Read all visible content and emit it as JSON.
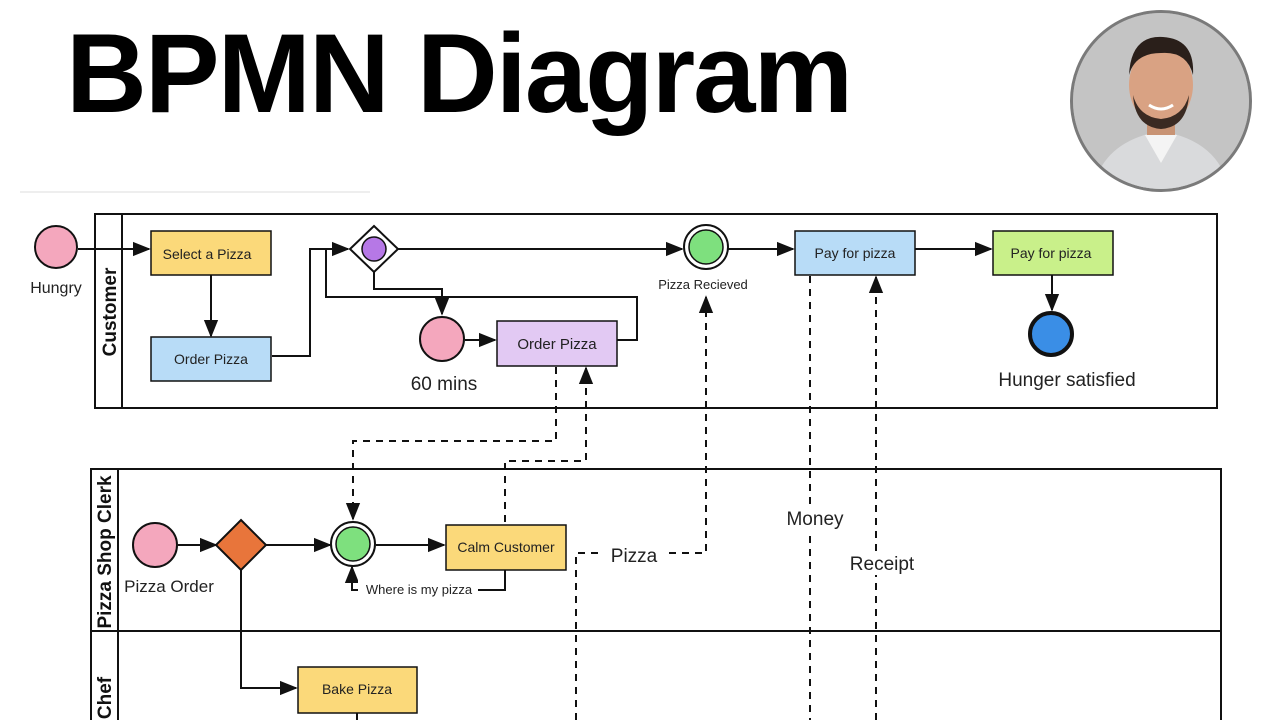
{
  "header": {
    "title": "BPMN Diagram"
  },
  "lanes": {
    "customer": "Customer",
    "clerk": "Pizza Shop Clerk",
    "chef": "Chef"
  },
  "events": {
    "hungry": "Hungry",
    "sixty_mins": "60 mins",
    "pizza_received": "Pizza Recieved",
    "hunger_satisfied": "Hunger satisfied",
    "pizza_order": "Pizza Order",
    "where_is_my_pizza": "Where is my pizza"
  },
  "tasks": {
    "select_pizza": "Select a Pizza",
    "order_pizza": "Order Pizza",
    "order_pizza_2": "Order Pizza",
    "pay_for_pizza_1": "Pay for pizza",
    "pay_for_pizza_2": "Pay for pizza",
    "calm_customer": "Calm Customer",
    "bake_pizza": "Bake Pizza"
  },
  "messages": {
    "pizza": "Pizza",
    "money": "Money",
    "receipt": "Receipt"
  },
  "colors": {
    "start_event": "#f4a7bd",
    "end_event": "#3a8ee6",
    "intermediate_event": "#7ee07e",
    "task_yellow": "#fbd97a",
    "task_blue": "#b8dcf7",
    "task_purple": "#e2c9f3",
    "task_green": "#c9f08a",
    "gateway_purple": "#b678e6",
    "gateway_orange": "#e8753b"
  }
}
